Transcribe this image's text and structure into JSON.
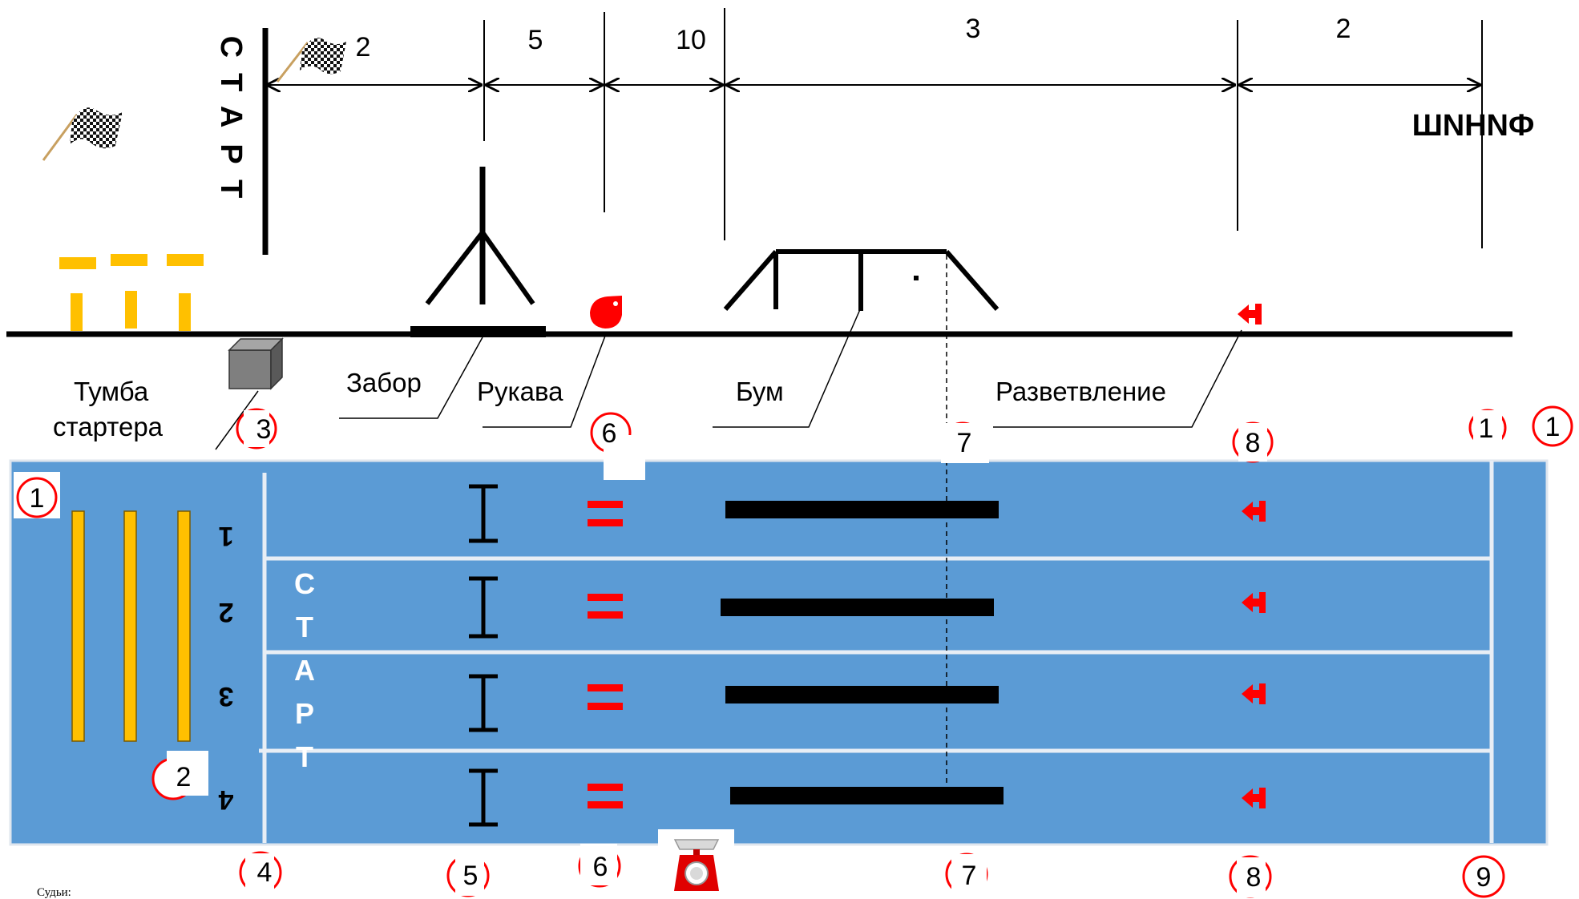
{
  "start_vertical": "СТАРТ",
  "finish_label": "ФИНИШ",
  "distances": [
    "2",
    "5",
    "10",
    "3",
    "2"
  ],
  "top_labels": {
    "pedestal": [
      "Тумба",
      "стартера"
    ],
    "fence": "Забор",
    "hoses": "Рукава",
    "boom": "Бум",
    "branch": "Разветвление"
  },
  "top_judges": [
    "3",
    "6",
    "7",
    "8",
    "1",
    "1"
  ],
  "pool_judges": [
    "1",
    "2"
  ],
  "lane_numbers": [
    "1",
    "2",
    "3",
    "4"
  ],
  "bottom_judges": [
    "4",
    "5",
    "6",
    "7",
    "8",
    "9"
  ],
  "judges_caption": "Судьи:",
  "colors": {
    "track": "#5b9bd5",
    "lane_line": "#e8eef5",
    "obstacle": "#000000",
    "hose": "#ff0000",
    "cone": "#ffc000",
    "judge_circle": "#ff0000",
    "pedestal": "#7f7f7f"
  },
  "icons": [
    "checkered-flag-icon",
    "checkered-flag-icon",
    "branch-icon",
    "scale-icon"
  ]
}
